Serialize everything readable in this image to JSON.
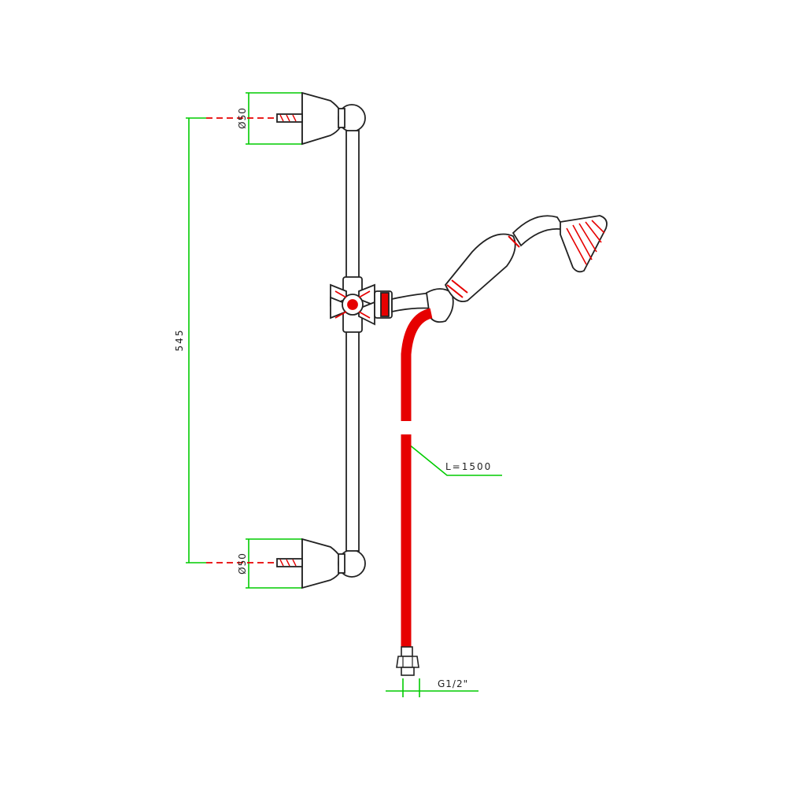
{
  "dimensions": {
    "center_distance": "545",
    "upper_bracket": "Ø50",
    "lower_bracket": "Ø50",
    "hose_length": "L=1500",
    "thread": "G1/2\""
  },
  "colors": {
    "outline": "#222222",
    "dimension": "#00cc00",
    "accent": "#e60000",
    "background": "#ffffff"
  }
}
